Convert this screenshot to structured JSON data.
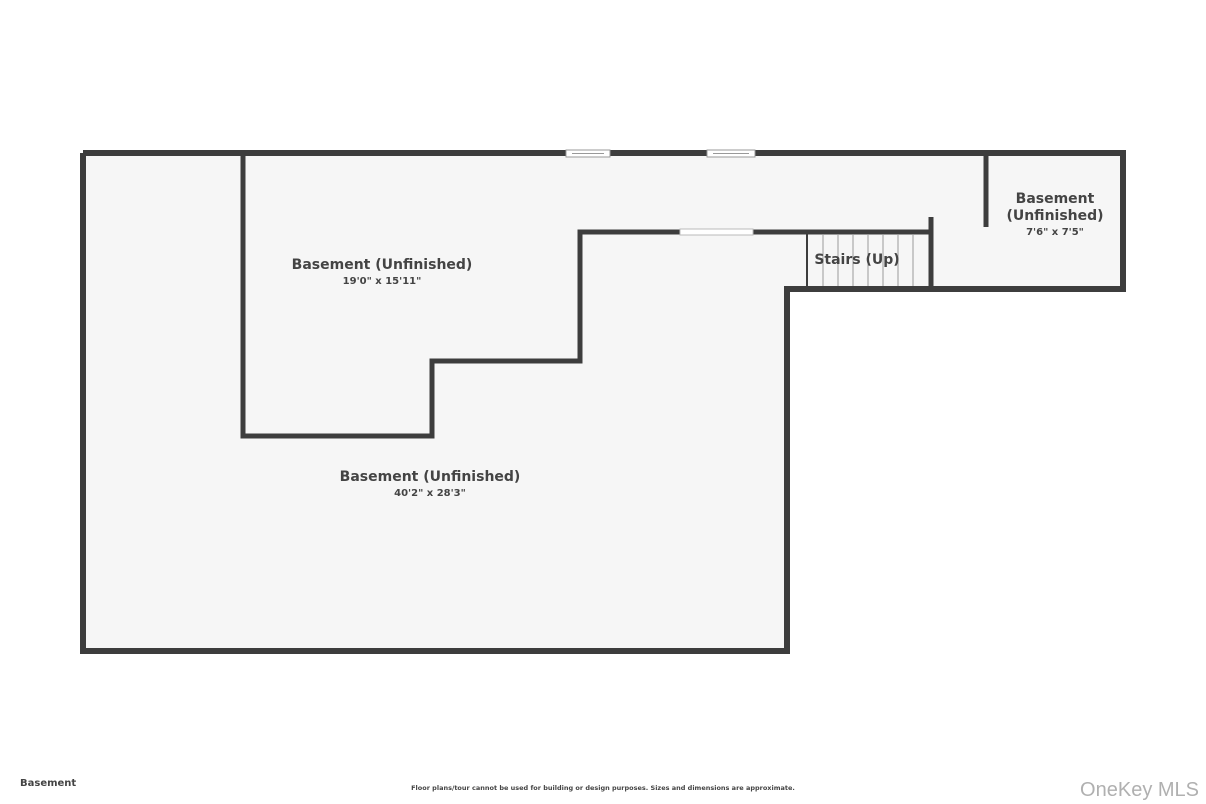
{
  "floor_label": "Basement",
  "disclaimer": "Floor plans/tour cannot be used for building or design purposes. Sizes and dimensions are approximate.",
  "watermark": "OneKey MLS",
  "colors": {
    "wall": "#3d3d3d",
    "floor": "#f6f6f6",
    "background": "#ffffff",
    "text": "#444444",
    "watermark": "#b0b0b0"
  },
  "rooms": [
    {
      "name": "Basement (Unfinished)",
      "dimensions": "19'0\" x 15'11\""
    },
    {
      "name": "Basement (Unfinished)",
      "dimensions": "40'2\" x 28'3\""
    },
    {
      "name_line1": "Basement",
      "name_line2": "(Unfinished)",
      "dimensions": "7'6\" x 7'5\""
    },
    {
      "name": "Stairs (Up)"
    }
  ]
}
